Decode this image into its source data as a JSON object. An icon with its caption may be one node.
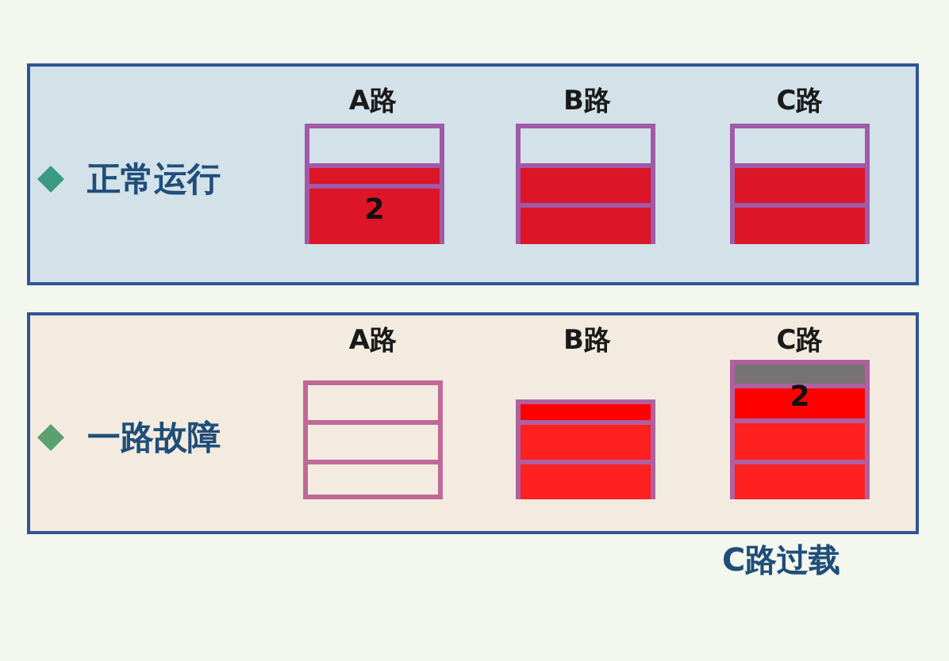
{
  "diagram": {
    "nodes": [
      {
        "text": [
          "正常运行"
        ]
      },
      {
        "text": [
          "一路故障"
        ]
      }
    ],
    "labels": [
      "A路",
      "B路",
      "C路",
      "2",
      "A路",
      "B路",
      "C路",
      "2",
      "C路过载"
    ]
  }
}
